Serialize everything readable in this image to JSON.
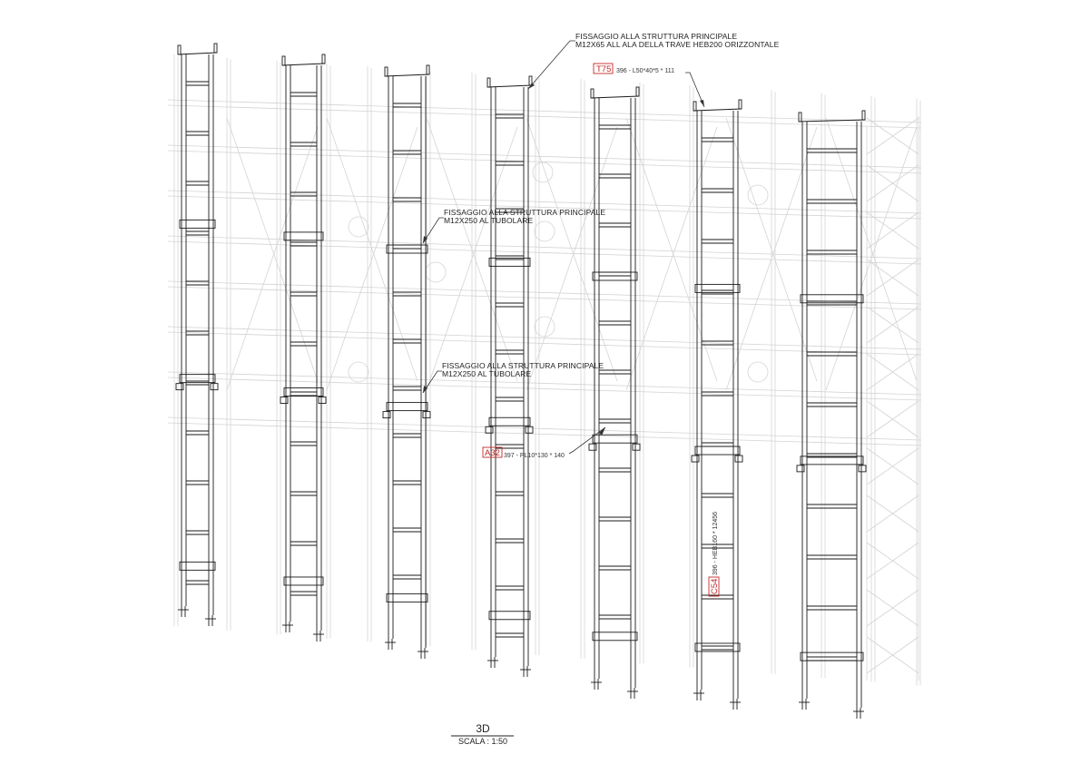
{
  "annotations": {
    "top_note_line1": "FISSAGGIO ALLA STRUTTURA PRINCIPALE",
    "top_note_line2": "M12X65 ALL ALA DELLA TRAVE HEB200 ORIZZONTALE",
    "mid_note_line1": "FISSAGGIO ALLA STRUTTURA PRINCIPALE",
    "mid_note_line2": "M12X250 AL TUBOLARE",
    "low_note_line1": "FISSAGGIO ALLA STRUTTURA PRINCIPALE",
    "low_note_line2": "M12X250 AL TUBOLARE"
  },
  "tags": {
    "t75_label": "T75",
    "t75_spec": "396 -  L50*40*5 * 111",
    "a32_label": "A32",
    "a32_spec": "397 -  PL10*130 * 140",
    "c54_label": "C54",
    "c54_spec": "396 - HEB160 * 12456"
  },
  "title_block": {
    "view_title": "3D",
    "scale_label": "SCALA :  1:50"
  },
  "colors": {
    "tag_red": "#c62828",
    "line_dark": "#1a1a1a",
    "background_lines": "#d0d0d0"
  }
}
